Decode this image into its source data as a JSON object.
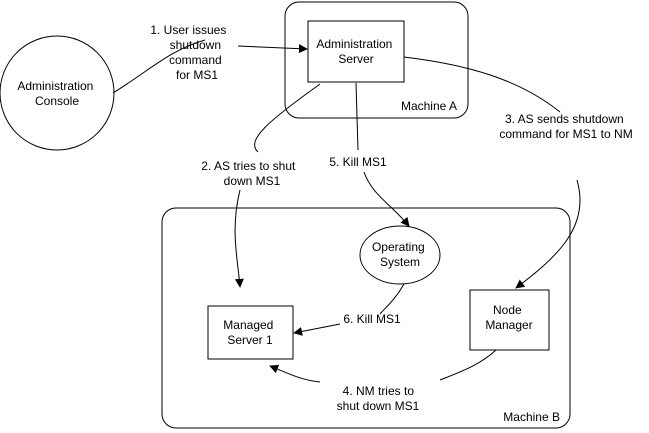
{
  "machines": [
    {
      "id": "machine-a",
      "label": "Machine A"
    },
    {
      "id": "machine-b",
      "label": "Machine B"
    }
  ],
  "nodes": [
    {
      "id": "administration-console",
      "lines": [
        "Administration",
        "Console"
      ]
    },
    {
      "id": "administration-server",
      "lines": [
        "Administration",
        "Server"
      ]
    },
    {
      "id": "operating-system",
      "lines": [
        "Operating",
        "System"
      ]
    },
    {
      "id": "node-manager",
      "lines": [
        "Node",
        "Manager"
      ]
    },
    {
      "id": "managed-server-1",
      "lines": [
        "Managed",
        "Server 1"
      ]
    }
  ],
  "steps": [
    {
      "id": "step-1",
      "lines": [
        "1.  User issues",
        "shutdown",
        "command",
        "for MS1"
      ]
    },
    {
      "id": "step-2",
      "lines": [
        "2.  AS tries to shut",
        "down MS1"
      ]
    },
    {
      "id": "step-3",
      "lines": [
        "3. AS sends shutdown",
        "command for MS1 to NM"
      ]
    },
    {
      "id": "step-4",
      "lines": [
        "4. NM tries to",
        "shut down MS1"
      ]
    },
    {
      "id": "step-5",
      "lines": [
        "5. Kill MS1"
      ]
    },
    {
      "id": "step-6",
      "lines": [
        "6. Kill MS1"
      ]
    }
  ]
}
